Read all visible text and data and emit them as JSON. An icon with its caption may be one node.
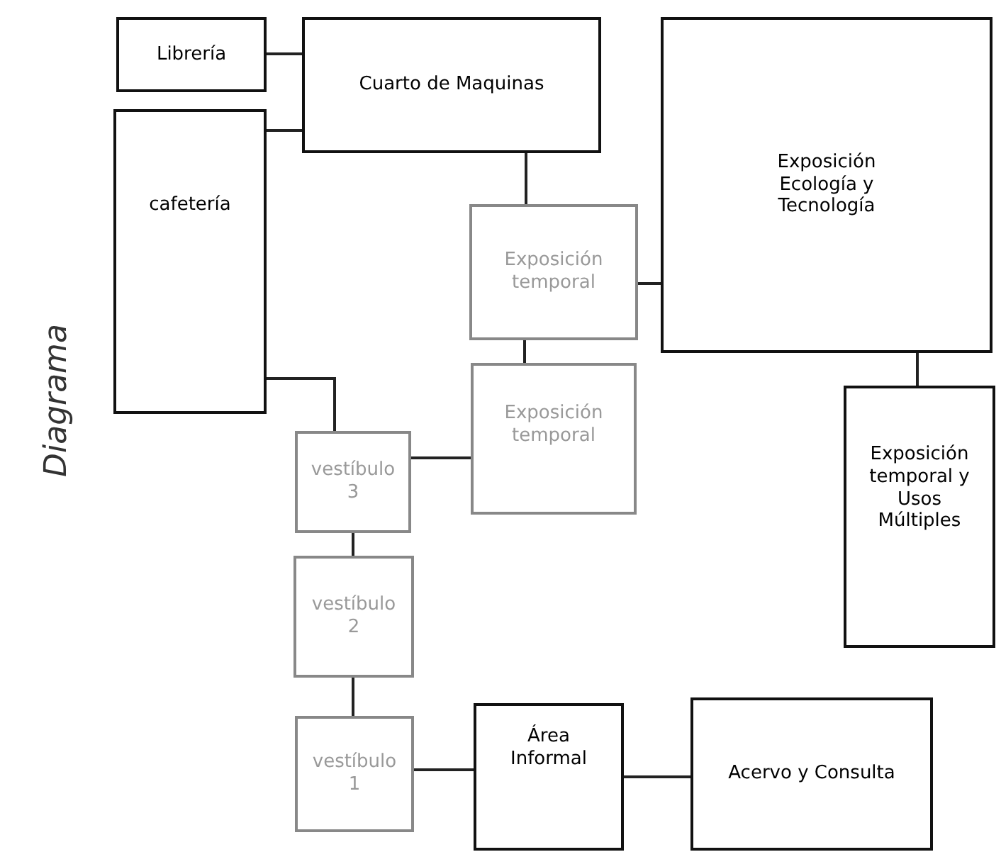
{
  "diagram": {
    "nodes": [
      {
        "text": [
          "Librería"
        ]
      },
      {
        "text": [
          "Cuarto de Maquinas"
        ]
      },
      {
        "text": [
          "Exposición Ecología y Tecnología"
        ]
      },
      {
        "text": [
          "cafetería"
        ]
      },
      {
        "text": [
          "Exposición temporal"
        ]
      },
      {
        "text": [
          "Exposición temporal"
        ]
      },
      {
        "text": [
          "Exposición temporal y Usos Múltiples"
        ]
      },
      {
        "text": [
          "vestíbulo 3"
        ]
      },
      {
        "text": [
          "vestíbulo 2"
        ]
      },
      {
        "text": [
          "vestíbulo 1"
        ]
      },
      {
        "text": [
          "Área Informal"
        ]
      },
      {
        "text": [
          "Acervo y Consulta"
        ]
      }
    ],
    "edges": [
      {
        "from": 0,
        "to": 1,
        "arrow": "none"
      },
      {
        "from": 3,
        "to": 1,
        "arrow": "none"
      },
      {
        "from": 1,
        "to": 4,
        "arrow": "none"
      },
      {
        "from": 4,
        "to": 2,
        "arrow": "none"
      },
      {
        "from": 4,
        "to": 5,
        "arrow": "none"
      },
      {
        "from": 2,
        "to": 6,
        "arrow": "none"
      },
      {
        "from": 3,
        "to": 7,
        "arrow": "none"
      },
      {
        "from": 7,
        "to": 5,
        "arrow": "none"
      },
      {
        "from": 7,
        "to": 8,
        "arrow": "none"
      },
      {
        "from": 8,
        "to": 9,
        "arrow": "none"
      },
      {
        "from": 9,
        "to": 10,
        "arrow": "none"
      },
      {
        "from": 10,
        "to": 11,
        "arrow": "none"
      }
    ],
    "title": "Diagrama"
  }
}
